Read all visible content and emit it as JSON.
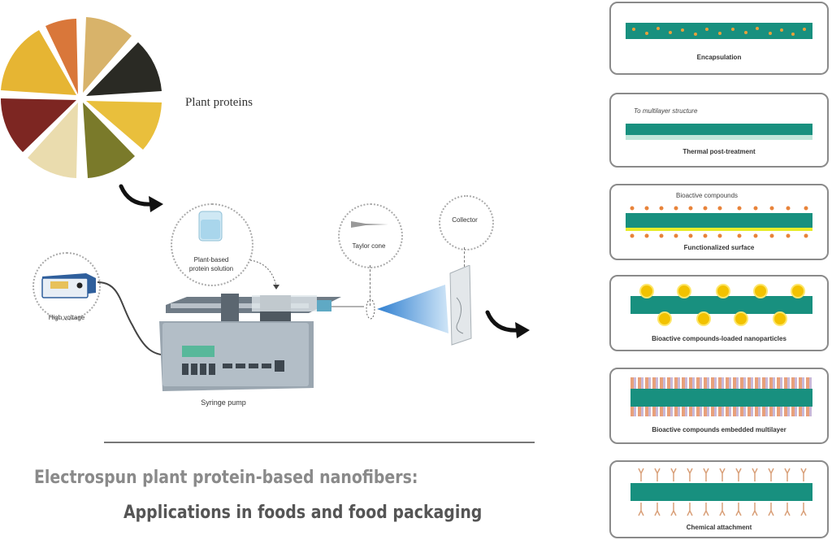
{
  "source": {
    "label": "Plant proteins"
  },
  "setup": {
    "high_voltage_label": "High voltage",
    "solution_label_line1": "Plant-based",
    "solution_label_line2": "protein solution",
    "pump_label": "Syringe pump",
    "taylor_cone_label": "Taylor cone",
    "collector_label": "Collector"
  },
  "panels": [
    {
      "label": "Encapsulation"
    },
    {
      "label": "Thermal post-treatment",
      "callout": "To multilayer structure"
    },
    {
      "label": "Functionalized surface",
      "callout": "Bioactive compounds"
    },
    {
      "label": "Bioactive compounds-loaded nanoparticles"
    },
    {
      "label": "Bioactive compounds embedded multilayer"
    },
    {
      "label": "Chemical attachment"
    }
  ],
  "title": {
    "line1": "Electrospun plant protein-based nanofibers:",
    "line2": "Applications in foods and food packaging"
  },
  "colors": {
    "fiber_teal": "#18907f",
    "bioactive_orange": "#e8833a",
    "nanoparticle_yellow": "#f2c200",
    "jet_blue": "#3f8fd6"
  }
}
